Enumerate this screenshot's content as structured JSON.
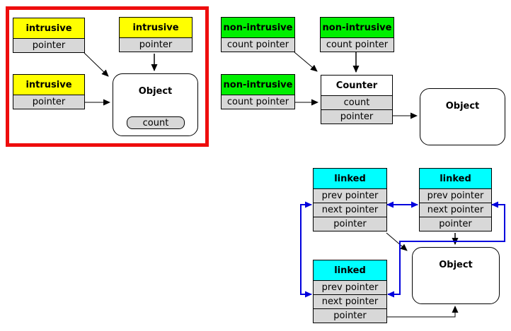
{
  "intrusive_group": {
    "pointers": [
      {
        "title": "intrusive",
        "rows": [
          "pointer"
        ]
      },
      {
        "title": "intrusive",
        "rows": [
          "pointer"
        ]
      },
      {
        "title": "intrusive",
        "rows": [
          "pointer"
        ]
      }
    ],
    "object": {
      "label": "Object",
      "count": "count"
    }
  },
  "non_intrusive_group": {
    "pointers": [
      {
        "title": "non-intrusive",
        "rows": [
          "count pointer"
        ]
      },
      {
        "title": "non-intrusive",
        "rows": [
          "count pointer"
        ]
      },
      {
        "title": "non-intrusive",
        "rows": [
          "count pointer"
        ]
      }
    ],
    "counter": {
      "title": "Counter",
      "rows": [
        "count",
        "pointer"
      ]
    },
    "object": {
      "label": "Object"
    }
  },
  "linked_group": {
    "pointers": [
      {
        "title": "linked",
        "rows": [
          "prev pointer",
          "next pointer",
          "pointer"
        ]
      },
      {
        "title": "linked",
        "rows": [
          "prev pointer",
          "next pointer",
          "pointer"
        ]
      },
      {
        "title": "linked",
        "rows": [
          "prev pointer",
          "next pointer",
          "pointer"
        ]
      }
    ],
    "object": {
      "label": "Object"
    }
  },
  "colors": {
    "intrusive_header": "#ffff00",
    "non_intrusive_header": "#00ef00",
    "linked_header": "#00ffff",
    "field_background": "#d8d8d8",
    "highlight_frame": "#ee0d0d",
    "pointer_arrow": "#000000",
    "link_arrow": "#0000dd"
  }
}
